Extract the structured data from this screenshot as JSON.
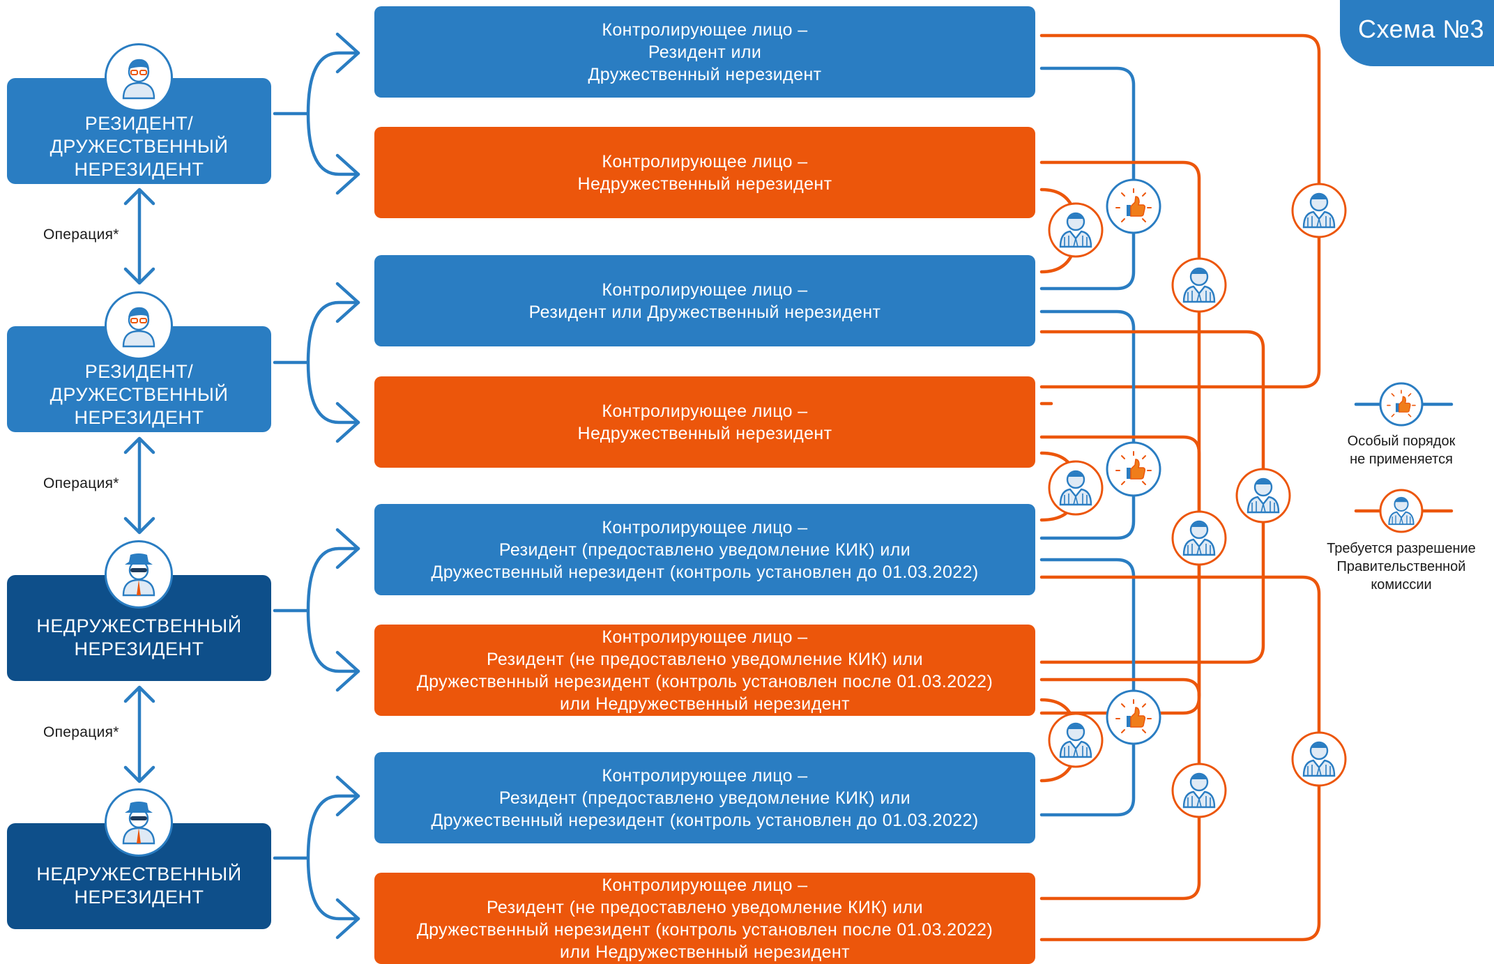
{
  "scheme_tab": "Схема №3",
  "operation_label": "Операция*",
  "colors": {
    "blue": "#2a7dc2",
    "orange": "#ec560b",
    "navy": "#0e4f8a"
  },
  "parties": [
    {
      "lines": [
        "РЕЗИДЕНТ/",
        "ДРУЖЕСТВЕННЫЙ",
        "НЕРЕЗИДЕНТ"
      ],
      "icon": "resident-person-icon"
    },
    {
      "lines": [
        "РЕЗИДЕНТ/",
        "ДРУЖЕСТВЕННЫЙ",
        "НЕРЕЗИДЕНТ"
      ],
      "icon": "resident-person-icon"
    },
    {
      "lines": [
        "НЕДРУЖЕСТВЕННЫЙ",
        "НЕРЕЗИДЕНТ"
      ],
      "icon": "spy-person-icon"
    },
    {
      "lines": [
        "НЕДРУЖЕСТВЕННЫЙ",
        "НЕРЕЗИДЕНТ"
      ],
      "icon": "spy-person-icon"
    }
  ],
  "controllers": [
    {
      "color": "blue",
      "lines": [
        "Контролирующее лицо –",
        "Резидент  или",
        "Дружественный нерезидент"
      ]
    },
    {
      "color": "orange",
      "lines": [
        "Контролирующее лицо –",
        "Недружественный нерезидент"
      ]
    },
    {
      "color": "blue",
      "lines": [
        "Контролирующее лицо –",
        "Резидент или Дружественный нерезидент"
      ]
    },
    {
      "color": "orange",
      "lines": [
        "Контролирующее лицо –",
        "Недружественный нерезидент"
      ]
    },
    {
      "color": "blue",
      "lines": [
        "Контролирующее лицо –",
        "Резидент (предоставлено уведомление КИК) или",
        "Дружественный нерезидент (контроль установлен до 01.03.2022)"
      ]
    },
    {
      "color": "orange",
      "lines": [
        "Контролирующее лицо –",
        "Резидент (не предоставлено уведомление КИК) или",
        "Дружественный нерезидент (контроль установлен после 01.03.2022)",
        "или Недружественный нерезидент"
      ]
    },
    {
      "color": "blue",
      "lines": [
        "Контролирующее лицо –",
        "Резидент (предоставлено уведомление КИК) или",
        "Дружественный нерезидент (контроль установлен до 01.03.2022)"
      ]
    },
    {
      "color": "orange",
      "lines": [
        "Контролирующее лицо –",
        "Резидент (не предоставлено уведомление КИК) или",
        "Дружественный нерезидент (контроль установлен после 01.03.2022)",
        "или Недружественный нерезидент"
      ]
    }
  ],
  "legend": {
    "special_procedure": {
      "lines": [
        "Особый порядок",
        "не применяется"
      ],
      "icon": "thumbs-up-icon",
      "color": "blue"
    },
    "commission_permission": {
      "lines": [
        "Требуется разрешение",
        "Правительственной",
        "комиссии"
      ],
      "icon": "official-person-icon",
      "color": "orange"
    }
  }
}
